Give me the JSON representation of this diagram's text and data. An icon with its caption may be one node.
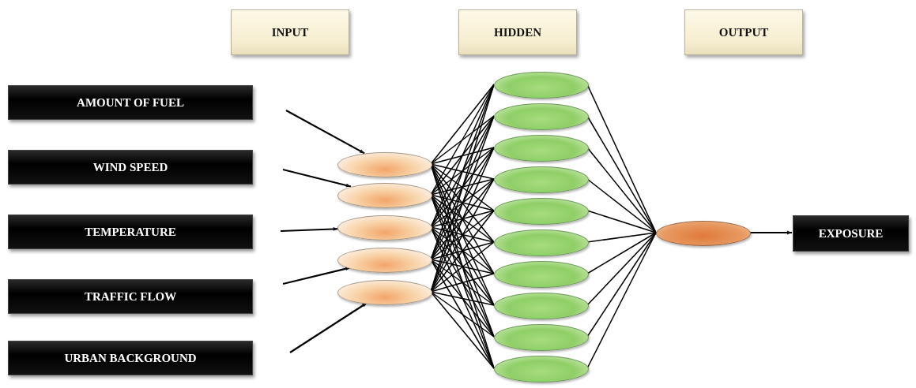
{
  "diagram": {
    "nodes": [
      {
        "text": [
          "INPUT"
        ]
      },
      {
        "text": [
          "HIDDEN"
        ]
      },
      {
        "text": [
          "OUTPUT"
        ]
      },
      {
        "text": [
          "AMOUNT OF FUEL"
        ]
      },
      {
        "text": [
          "WIND SPEED"
        ]
      },
      {
        "text": [
          "TEMPERATURE"
        ]
      },
      {
        "text": [
          "TRAFFIC FLOW"
        ]
      },
      {
        "text": [
          "URBAN BACKGROUND"
        ]
      },
      {
        "text": [],
        "shape": "ellipse"
      },
      {
        "text": [],
        "shape": "ellipse"
      },
      {
        "text": [],
        "shape": "ellipse"
      },
      {
        "text": [],
        "shape": "ellipse"
      },
      {
        "text": [],
        "shape": "ellipse"
      },
      {
        "text": [],
        "shape": "ellipse"
      },
      {
        "text": [],
        "shape": "ellipse"
      },
      {
        "text": [],
        "shape": "ellipse"
      },
      {
        "text": [],
        "shape": "ellipse"
      },
      {
        "text": [],
        "shape": "ellipse"
      },
      {
        "text": [],
        "shape": "ellipse"
      },
      {
        "text": [],
        "shape": "ellipse"
      },
      {
        "text": [],
        "shape": "ellipse"
      },
      {
        "text": [],
        "shape": "ellipse"
      },
      {
        "text": [],
        "shape": "ellipse"
      },
      {
        "text": [],
        "shape": "ellipse"
      },
      {
        "text": [
          "EXPOSURE"
        ]
      }
    ],
    "edges": [
      {
        "from": null,
        "to": 8,
        "arrow": "to"
      },
      {
        "from": null,
        "to": 9,
        "arrow": "to"
      },
      {
        "from": null,
        "to": 10,
        "arrow": "to"
      },
      {
        "from": null,
        "to": 11,
        "arrow": "to"
      },
      {
        "from": null,
        "to": 12,
        "arrow": "to"
      },
      {
        "from": 8,
        "to": 13,
        "arrow": "none"
      },
      {
        "from": 8,
        "to": 14,
        "arrow": "none"
      },
      {
        "from": 8,
        "to": 15,
        "arrow": "none"
      },
      {
        "from": 8,
        "to": 16,
        "arrow": "none"
      },
      {
        "from": 8,
        "to": 17,
        "arrow": "none"
      },
      {
        "from": 8,
        "to": 18,
        "arrow": "none"
      },
      {
        "from": 8,
        "to": 19,
        "arrow": "none"
      },
      {
        "from": 8,
        "to": 20,
        "arrow": "none"
      },
      {
        "from": 8,
        "to": 21,
        "arrow": "none"
      },
      {
        "from": 8,
        "to": 22,
        "arrow": "none"
      },
      {
        "from": 9,
        "to": 13,
        "arrow": "none"
      },
      {
        "from": 9,
        "to": 14,
        "arrow": "none"
      },
      {
        "from": 9,
        "to": 15,
        "arrow": "none"
      },
      {
        "from": 9,
        "to": 16,
        "arrow": "none"
      },
      {
        "from": 9,
        "to": 17,
        "arrow": "none"
      },
      {
        "from": 9,
        "to": 18,
        "arrow": "none"
      },
      {
        "from": 9,
        "to": 19,
        "arrow": "none"
      },
      {
        "from": 9,
        "to": 20,
        "arrow": "none"
      },
      {
        "from": 9,
        "to": 21,
        "arrow": "none"
      },
      {
        "from": 9,
        "to": 22,
        "arrow": "none"
      },
      {
        "from": 10,
        "to": 13,
        "arrow": "none"
      },
      {
        "from": 10,
        "to": 14,
        "arrow": "none"
      },
      {
        "from": 10,
        "to": 15,
        "arrow": "none"
      },
      {
        "from": 10,
        "to": 16,
        "arrow": "none"
      },
      {
        "from": 10,
        "to": 17,
        "arrow": "none"
      },
      {
        "from": 10,
        "to": 18,
        "arrow": "none"
      },
      {
        "from": 10,
        "to": 19,
        "arrow": "none"
      },
      {
        "from": 10,
        "to": 20,
        "arrow": "none"
      },
      {
        "from": 10,
        "to": 21,
        "arrow": "none"
      },
      {
        "from": 10,
        "to": 22,
        "arrow": "none"
      },
      {
        "from": 11,
        "to": 13,
        "arrow": "none"
      },
      {
        "from": 11,
        "to": 14,
        "arrow": "none"
      },
      {
        "from": 11,
        "to": 15,
        "arrow": "none"
      },
      {
        "from": 11,
        "to": 16,
        "arrow": "none"
      },
      {
        "from": 11,
        "to": 17,
        "arrow": "none"
      },
      {
        "from": 11,
        "to": 18,
        "arrow": "none"
      },
      {
        "from": 11,
        "to": 19,
        "arrow": "none"
      },
      {
        "from": 11,
        "to": 20,
        "arrow": "none"
      },
      {
        "from": 11,
        "to": 21,
        "arrow": "none"
      },
      {
        "from": 11,
        "to": 22,
        "arrow": "none"
      },
      {
        "from": 12,
        "to": 13,
        "arrow": "none"
      },
      {
        "from": 12,
        "to": 14,
        "arrow": "none"
      },
      {
        "from": 12,
        "to": 15,
        "arrow": "none"
      },
      {
        "from": 12,
        "to": 16,
        "arrow": "none"
      },
      {
        "from": 12,
        "to": 17,
        "arrow": "none"
      },
      {
        "from": 12,
        "to": 18,
        "arrow": "none"
      },
      {
        "from": 12,
        "to": 19,
        "arrow": "none"
      },
      {
        "from": 12,
        "to": 20,
        "arrow": "none"
      },
      {
        "from": 12,
        "to": 21,
        "arrow": "none"
      },
      {
        "from": 12,
        "to": 22,
        "arrow": "none"
      },
      {
        "from": 13,
        "to": 23,
        "arrow": "none"
      },
      {
        "from": 14,
        "to": 23,
        "arrow": "none"
      },
      {
        "from": 15,
        "to": 23,
        "arrow": "none"
      },
      {
        "from": 16,
        "to": 23,
        "arrow": "none"
      },
      {
        "from": 17,
        "to": 23,
        "arrow": "none"
      },
      {
        "from": 18,
        "to": 23,
        "arrow": "none"
      },
      {
        "from": 19,
        "to": 23,
        "arrow": "none"
      },
      {
        "from": 20,
        "to": 23,
        "arrow": "none"
      },
      {
        "from": 21,
        "to": 23,
        "arrow": "none"
      },
      {
        "from": 22,
        "to": 23,
        "arrow": "none"
      },
      {
        "from": 23,
        "to": 24,
        "arrow": "to"
      }
    ]
  }
}
